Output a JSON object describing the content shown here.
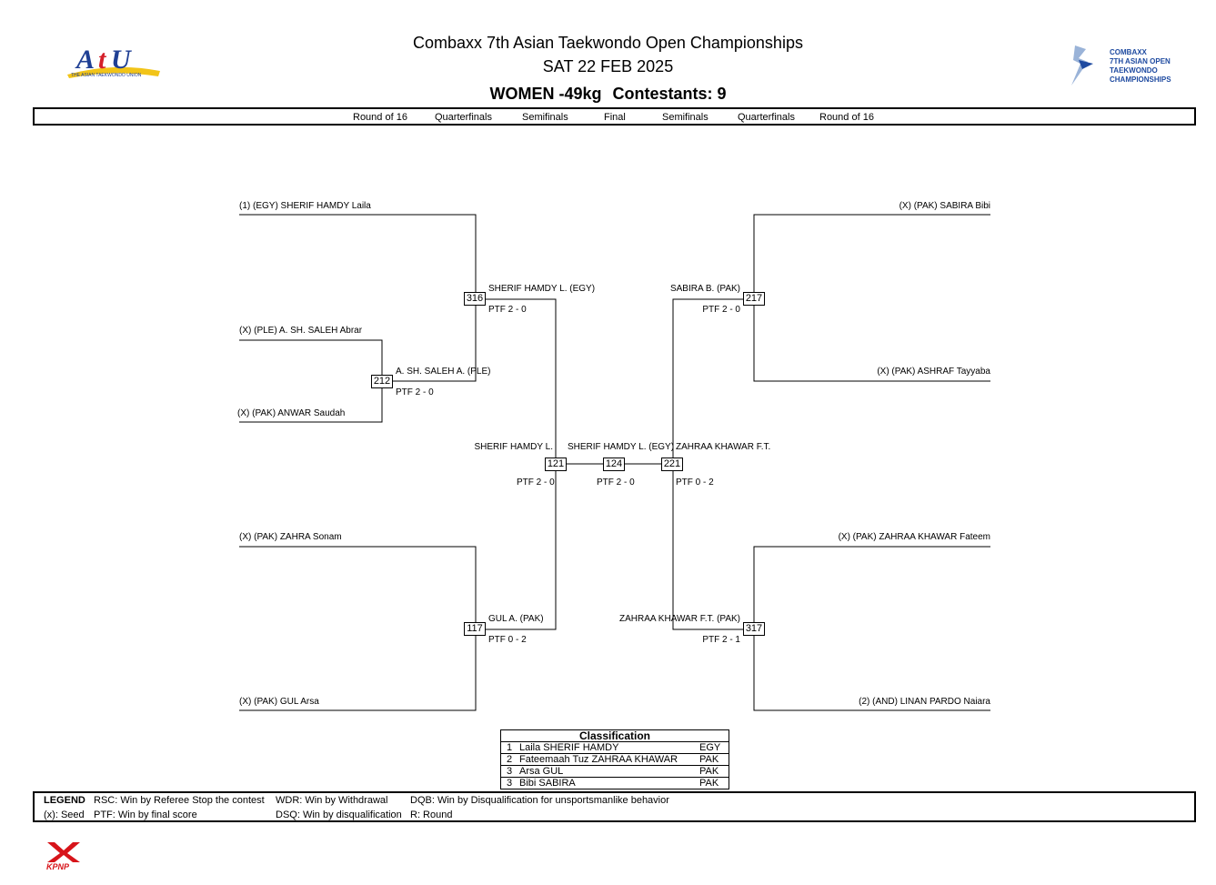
{
  "header": {
    "title": "Combaxx 7th Asian Taekwondo Open Championships",
    "date": "SAT 22 FEB 2025",
    "category": "WOMEN -49kg",
    "contestants": "Contestants: 9",
    "left_logo_text": "AtU",
    "left_logo_sub": "THE ASIAN TAEKWONDO UNION",
    "right_logo_lines": [
      "COMBAXX",
      "7TH ASIAN OPEN",
      "TAEKWONDO",
      "CHAMPIONSHIPS"
    ]
  },
  "rounds": [
    "Round of 16",
    "Quarterfinals",
    "Semifinals",
    "Final",
    "Semifinals",
    "Quarterfinals",
    "Round of 16"
  ],
  "bracket": {
    "entrants": {
      "l1": "(1) (EGY) SHERIF HAMDY Laila",
      "l2": "(X) (PLE) A. SH. SALEH Abrar",
      "l3": "(X) (PAK) ANWAR Saudah",
      "l4": "(X) (PAK) ZAHRA Sonam",
      "l5": "(X) (PAK) GUL Arsa",
      "r1": "(X) (PAK) SABIRA Bibi",
      "r2": "(X) (PAK) ASHRAF Tayyaba",
      "r3": "(X) (PAK) ZAHRAA KHAWAR Fateem",
      "r4": "(2) (AND) LINAN PARDO Naiara"
    },
    "matches": {
      "m212": {
        "no": "212",
        "winner": "A. SH. SALEH A. (PLE)",
        "result": "PTF 2 - 0"
      },
      "m316": {
        "no": "316",
        "winner": "SHERIF HAMDY L. (EGY)",
        "result": "PTF 2 - 0"
      },
      "m117": {
        "no": "117",
        "winner": "GUL A. (PAK)",
        "result": "PTF 0 - 2"
      },
      "m121": {
        "no": "121",
        "winner": "SHERIF HAMDY L.",
        "result": "PTF 2 - 0"
      },
      "m124": {
        "no": "124",
        "winner": "SHERIF HAMDY L. (EGY)",
        "result": "PTF 2 - 0"
      },
      "m221": {
        "no": "221",
        "winner": "ZAHRAA KHAWAR F.T.",
        "result": "PTF 0 - 2"
      },
      "m217": {
        "no": "217",
        "winner": "SABIRA B. (PAK)",
        "result": "PTF 2 - 0"
      },
      "m317": {
        "no": "317",
        "winner": "ZAHRAA KHAWAR F.T. (PAK)",
        "result": "PTF 2 - 1"
      }
    }
  },
  "classification": {
    "title": "Classification",
    "rows": [
      {
        "rank": "1",
        "name": "Laila SHERIF HAMDY",
        "nation": "EGY"
      },
      {
        "rank": "2",
        "name": "Fateemaah Tuz ZAHRAA KHAWAR",
        "nation": "PAK"
      },
      {
        "rank": "3",
        "name": "Arsa GUL",
        "nation": "PAK"
      },
      {
        "rank": "3",
        "name": "Bibi SABIRA",
        "nation": "PAK"
      }
    ]
  },
  "legend": {
    "label": "LEGEND",
    "seed": "(x): Seed",
    "rsc": "RSC: Win by Referee Stop the contest",
    "ptf": "PTF: Win by final score",
    "wdr": "WDR: Win by Withdrawal",
    "dsq": "DSQ: Win by disqualification",
    "dqb": "DQB: Win by Disqualification for unsportsmanlike behavior",
    "r": "R: Round"
  },
  "footer_logo": "KPNP",
  "colors": {
    "atu_blue": "#1f3f94",
    "atu_red": "#d4202a",
    "atu_yellow": "#f2c418",
    "kpnp_red": "#d7141a",
    "combaxx_blue": "#1e4aa0"
  }
}
